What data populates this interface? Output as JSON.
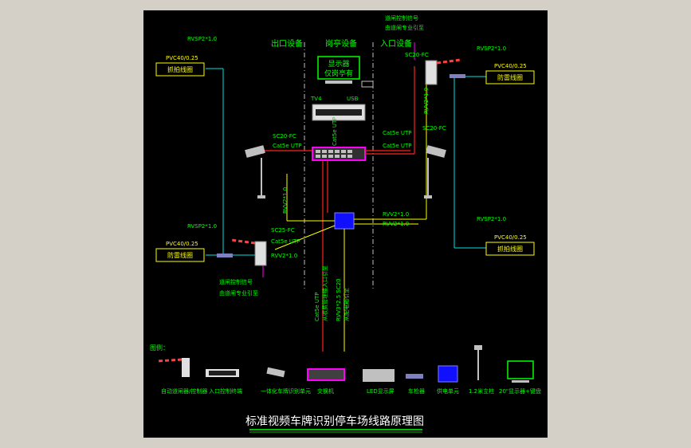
{
  "title": "标准视频车牌识别停车场线路原理图",
  "zones": {
    "exit": "出口设备",
    "booth": "岗亭设备",
    "entry": "入口设备"
  },
  "display_box": {
    "line1": "显示器",
    "line2": "仅岗亭有"
  },
  "labels": {
    "tr_signal_1": "道闸控制信号",
    "tr_signal_2": "由道闸专业引至",
    "tr_rvsp": "RVSP2*1.0",
    "tr_sc20": "SC20-FC",
    "tr_pvc": "PVC40/0.25",
    "tr_box": "防雷线圈",
    "tl_rvsp": "RVSP2*1.0",
    "tl_pvc": "PVC40/0.25",
    "tl_box": "抓拍线圈",
    "ml_rvsp": "RVSP2*1.0",
    "ml_pvc": "PVC40/0.25",
    "ml_box": "防雷线圈",
    "ml_sc25": "SC25-FC",
    "ml_cat": "Cat5e UTP",
    "ml_rvv": "RVV2*1.0",
    "bl_signal_1": "道闸控制信号",
    "bl_signal_2": "由道闸专业引至",
    "sc20_left": "SC20-FC",
    "cat_left": "Cat5e UTP",
    "sc20_right": "SC20-FC",
    "cat_right_1": "Cat5e UTP",
    "cat_right_2": "Cat5e UTP",
    "rvv_v_left": "RVV2*1.0",
    "rvv_v_right": "RVV2*1.0",
    "cat_v_center": "Cat5e UTP",
    "rvv_mid_1": "RVV2*1.0",
    "rvv_mid_2": "RVV2*1.0",
    "br_rvsp": "RVSP2*1.0",
    "br_pvc": "PVC40/0.25",
    "br_box": "抓拍线圈",
    "vdn_1": "Cat5e UTP",
    "vdn_2": "从收费管理楼入口引至",
    "vup_1": "RVV3*2.5 SC20",
    "vup_2": "从配电箱引至",
    "tv": "TV4",
    "usb": "USB"
  },
  "legend": {
    "title": "图例：",
    "items": [
      "自动道闸器/控制器",
      "入口控制终端",
      "一体化车牌识别单元",
      "交换机",
      "LED显示屏",
      "车检器",
      "供电单元",
      "1.2米立柱",
      "20\"显示器+键盘"
    ]
  },
  "colors": {
    "green": "#00ff00",
    "magenta": "#ff00ff",
    "red": "#ff2020",
    "yellow": "#ffff00",
    "cyan": "#00e0e0",
    "blue": "#3030ff"
  }
}
